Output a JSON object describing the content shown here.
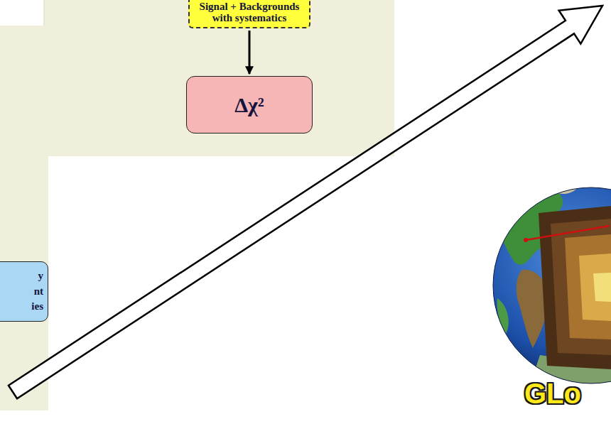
{
  "diagram": {
    "nodes": [
      {
        "text": [
          "Signal + Backgrounds with systematics"
        ]
      },
      {
        "text": [
          "Δχ²"
        ]
      },
      {
        "text": [
          "y nt ies"
        ]
      }
    ],
    "edges": [
      {
        "from": 0,
        "to": 1,
        "arrow": "to"
      }
    ],
    "labels": [
      "GLo"
    ]
  }
}
